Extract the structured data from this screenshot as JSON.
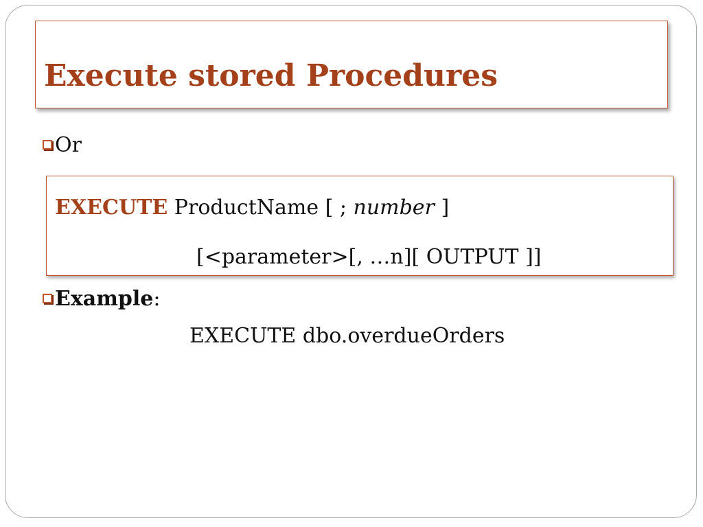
{
  "title": "Execute stored Procedures",
  "bullet_or": "Or",
  "syntax": {
    "keyword": "EXECUTE",
    "proc_name": " ProductName  [ ; ",
    "number": "number",
    "close": " ]",
    "line2": "[<parameter>[, …n][ OUTPUT ]]"
  },
  "example": {
    "label": "Example",
    "colon": ":",
    "code": "EXECUTE  dbo.overdueOrders"
  },
  "colors": {
    "accent": "#a5411a",
    "border": "#c0572c",
    "text": "#111111"
  }
}
